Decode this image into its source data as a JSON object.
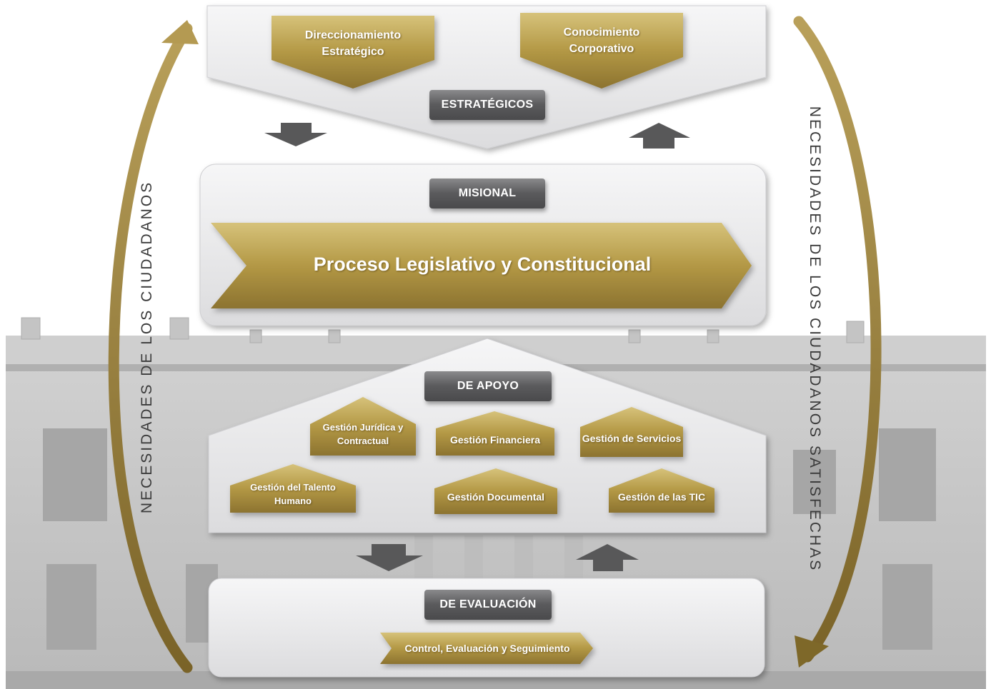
{
  "sides": {
    "left": "NECESIDADES  DE  LOS  CIUDADANOS",
    "right": "NECESIDADES DE LOS  CIUDADANOS SATISFECHAS"
  },
  "strategic": {
    "tag": "ESTRATÉGICOS",
    "items": [
      "Direccionamiento Estratégico",
      "Conocimiento Corporativo"
    ]
  },
  "misional": {
    "tag": "MISIONAL",
    "process": "Proceso Legislativo y Constitucional"
  },
  "apoyo": {
    "tag": "DE APOYO",
    "items": [
      "Gestión Jurídica  y Contractual",
      "Gestión Financiera",
      "Gestión de Servicios",
      "Gestión del Talento Humano",
      "Gestión Documental",
      "Gestión de las TIC"
    ]
  },
  "evaluacion": {
    "tag": "DE EVALUACIÓN",
    "process": "Control, Evaluación y Seguimiento"
  },
  "colors": {
    "gold": "#b59a4a",
    "gold_dark": "#8f7630",
    "panel": "#ececee",
    "tag": "#555557",
    "arrow": "#555557"
  }
}
